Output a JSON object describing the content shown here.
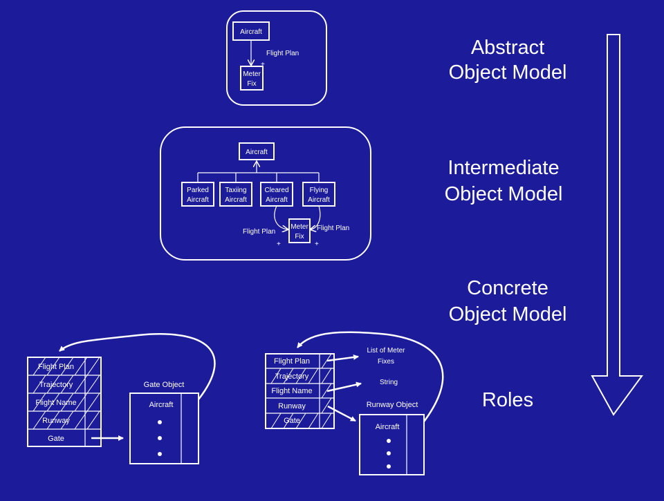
{
  "titles": {
    "abstract": [
      "Abstract",
      "Object Model"
    ],
    "intermediate": [
      "Intermediate",
      "Object Model"
    ],
    "concrete": [
      "Concrete",
      "Object Model"
    ],
    "roles": "Roles"
  },
  "abstract_model": {
    "aircraft": "Aircraft",
    "meter_fix": [
      "Meter",
      "Fix"
    ],
    "flight_plan": "Flight Plan",
    "plus": "+"
  },
  "intermediate_model": {
    "aircraft": "Aircraft",
    "subclasses": [
      [
        "Parked",
        "Aircraft"
      ],
      [
        "Taxiing",
        "Aircraft"
      ],
      [
        "Cleared",
        "Aircraft"
      ],
      [
        "Flying",
        "Aircraft"
      ]
    ],
    "meter_fix": [
      "Meter",
      "Fix"
    ],
    "flight_plan_left": "Flight Plan",
    "flight_plan_right": "Flight Plan",
    "plus": "+"
  },
  "roles_left": {
    "rows": [
      "Flight Plan",
      "Trajectory",
      "Flight Name",
      "Runway",
      "Gate"
    ],
    "object_title": "Gate Object",
    "object_header": "Aircraft"
  },
  "roles_right": {
    "rows": [
      "Flight Plan",
      "Trajectory",
      "Flight Name",
      "Runway",
      "Gate"
    ],
    "list_label": [
      "List of Meter",
      "Fixes"
    ],
    "string_label": "String",
    "object_title": "Runway Object",
    "object_header": "Aircraft"
  }
}
